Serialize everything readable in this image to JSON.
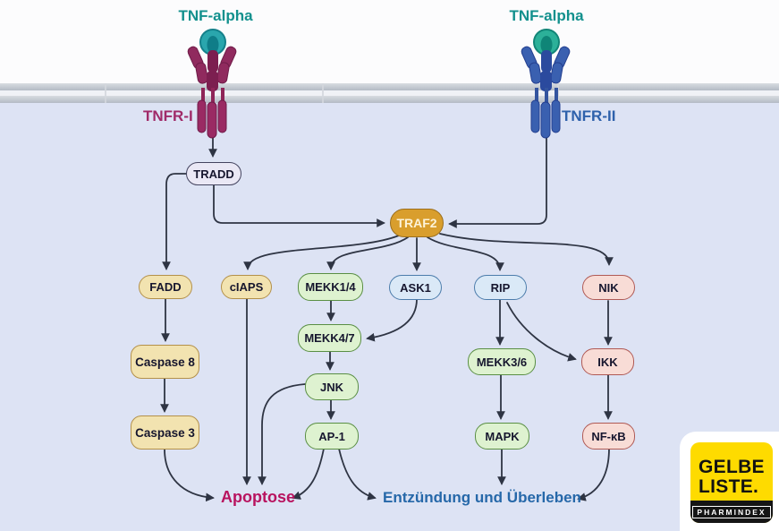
{
  "labels": {
    "tnf_left": "TNF-alpha",
    "tnf_right": "TNF-alpha",
    "receptor_left": "TNFR-I",
    "receptor_right": "TNFR-II"
  },
  "nodes": {
    "tradd": "TRADD",
    "traf2": "TRAF2",
    "fadd": "FADD",
    "ciaps": "cIAPS",
    "mekk14": "MEKK1/4",
    "ask1": "ASK1",
    "rip": "RIP",
    "nik": "NIK",
    "caspase8": "Caspase 8",
    "mekk47": "MEKK4/7",
    "mekk36": "MEKK3/6",
    "ikk": "IKK",
    "caspase3": "Caspase 3",
    "jnk": "JNK",
    "ap1": "AP-1",
    "mapk": "MAPK",
    "nfkb": "NF-κB"
  },
  "outcomes": {
    "apoptosis": "Apoptose",
    "inflammation": "Entzündung und Überleben"
  },
  "edges": [
    {
      "from": "TNFR-I",
      "to": "TRADD"
    },
    {
      "from": "TRADD",
      "to": "FADD"
    },
    {
      "from": "TRADD",
      "to": "TRAF2"
    },
    {
      "from": "TNFR-II",
      "to": "TRAF2"
    },
    {
      "from": "TRAF2",
      "to": "cIAPS"
    },
    {
      "from": "TRAF2",
      "to": "MEKK1/4"
    },
    {
      "from": "TRAF2",
      "to": "ASK1"
    },
    {
      "from": "TRAF2",
      "to": "RIP"
    },
    {
      "from": "TRAF2",
      "to": "NIK"
    },
    {
      "from": "FADD",
      "to": "Caspase 8"
    },
    {
      "from": "Caspase 8",
      "to": "Caspase 3"
    },
    {
      "from": "Caspase 3",
      "to": "Apoptose"
    },
    {
      "from": "cIAPS",
      "to": "Apoptose"
    },
    {
      "from": "MEKK1/4",
      "to": "MEKK4/7"
    },
    {
      "from": "ASK1",
      "to": "MEKK4/7"
    },
    {
      "from": "MEKK4/7",
      "to": "JNK"
    },
    {
      "from": "JNK",
      "to": "AP-1"
    },
    {
      "from": "JNK",
      "to": "Apoptose"
    },
    {
      "from": "AP-1",
      "to": "Apoptose"
    },
    {
      "from": "AP-1",
      "to": "Entzündung und Überleben"
    },
    {
      "from": "RIP",
      "to": "MEKK3/6"
    },
    {
      "from": "RIP",
      "to": "IKK"
    },
    {
      "from": "NIK",
      "to": "IKK"
    },
    {
      "from": "MEKK3/6",
      "to": "MAPK"
    },
    {
      "from": "IKK",
      "to": "NF-κB"
    },
    {
      "from": "MAPK",
      "to": "Entzündung und Überleben"
    },
    {
      "from": "NF-κB",
      "to": "Entzündung und Überleben"
    }
  ],
  "logo": {
    "line1": "GELBE",
    "line2": "LISTE.",
    "sub": "PHARMINDEX"
  },
  "colors": {
    "background_lower": "#dde3f4",
    "background_upper": "#fcfcfd",
    "membrane": "#b4bbc5",
    "arrow": "#2e3443",
    "traf2_fill": "#d99e2d",
    "tan_fill": "#f2e3b0",
    "green_fill": "#def2d0",
    "blue_fill": "#dae9f7",
    "pink_fill": "#f8dcd6",
    "lavender_fill": "#eae8f5",
    "tnf_alpha_text": "#12908d",
    "tnfr1_text": "#a02a68",
    "tnfr2_text": "#2e61ab",
    "apoptose_text": "#b8135f",
    "inflammation_text": "#2668a9",
    "receptor1_body": "#902a5e",
    "receptor2_body": "#3a60b0",
    "ligand1": "#2aa6ad",
    "ligand2": "#2cb099",
    "logo_yellow": "#fedb00",
    "logo_black": "#151515"
  }
}
